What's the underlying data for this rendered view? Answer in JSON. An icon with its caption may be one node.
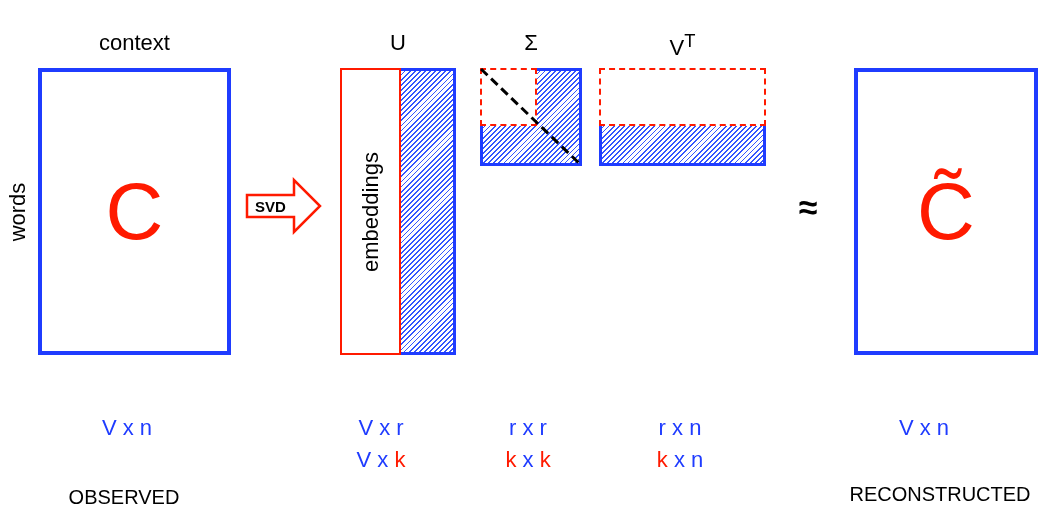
{
  "diagram": {
    "nodes": [
      {
        "text": [
          "context",
          "C"
        ],
        "beside": [
          "words"
        ]
      },
      {
        "text": [
          "U"
        ]
      },
      {
        "text": [
          "embeddings"
        ],
        "in": 1
      },
      {
        "text": [
          "Σ"
        ]
      },
      {
        "text": [],
        "shape": "box",
        "in": 3
      },
      {
        "text": [
          "V$^{T}$"
        ]
      },
      {
        "text": [],
        "shape": "box",
        "in": 5
      },
      {
        "text": [
          "C̃"
        ]
      }
    ],
    "edges": [
      {
        "from": 0,
        "to": 1,
        "arrow": "to",
        "label": "SVD"
      }
    ],
    "labels": [
      "≈",
      "V x n",
      "V x r",
      "r x r",
      "r x n",
      "V x n",
      "V x k",
      "k x k",
      "k x n",
      "OBSERVED",
      "RECONSTRUCTED"
    ]
  }
}
